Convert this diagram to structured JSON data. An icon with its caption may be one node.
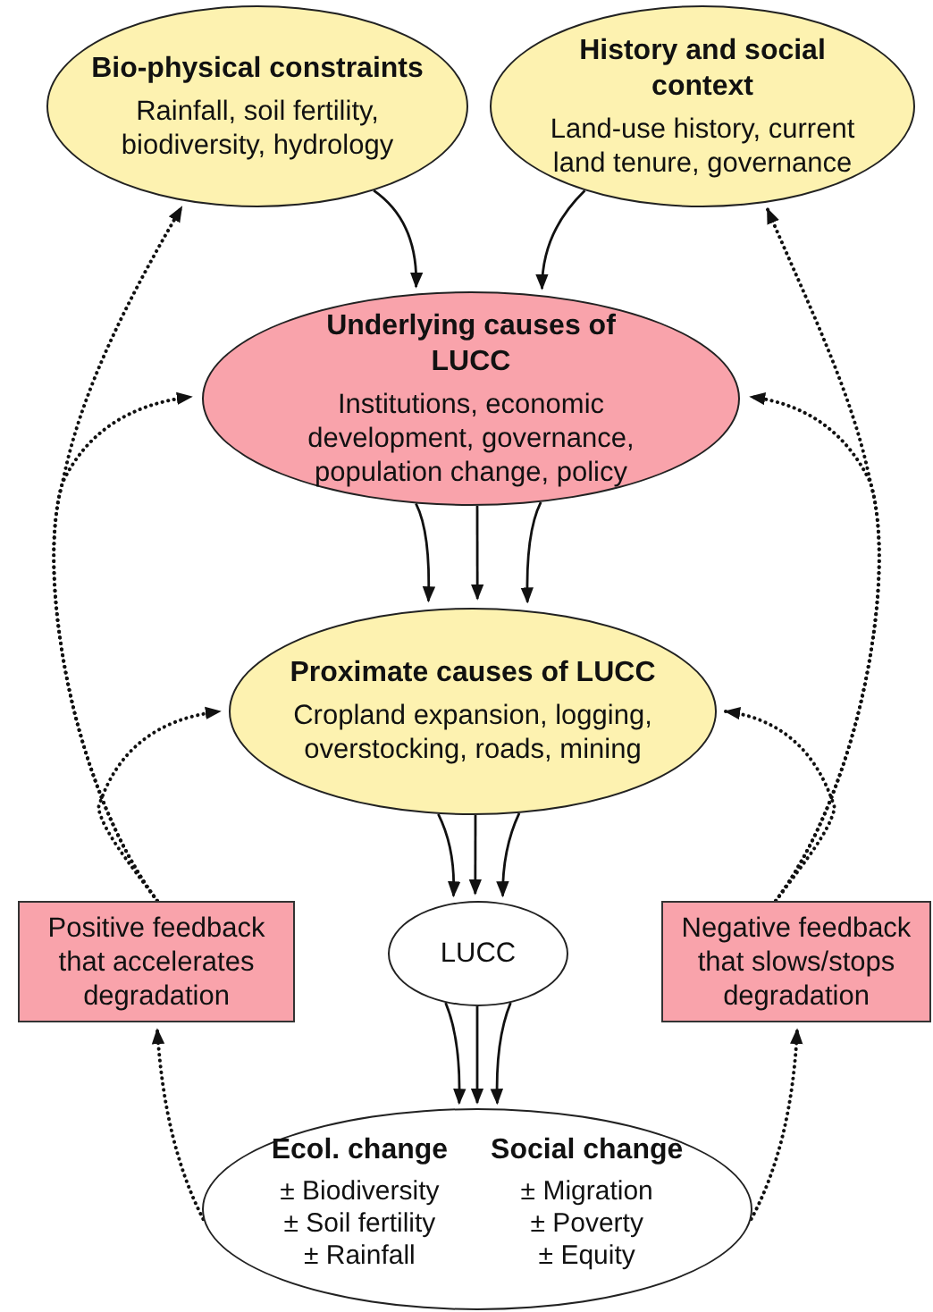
{
  "diagram": {
    "nodes": [
      {
        "text": [
          "Bio-physical constraints",
          "Rainfall, soil fertility, biodiversity, hydrology"
        ]
      },
      {
        "text": [
          "History and social context",
          "Land-use history, current land tenure, governance"
        ]
      },
      {
        "text": [
          "Underlying causes of LUCC",
          "Institutions, economic development, governance, population change, policy"
        ]
      },
      {
        "text": [
          "Proximate causes of LUCC",
          "Cropland expansion, logging, overstocking, roads, mining"
        ]
      },
      {
        "text": [
          "LUCC"
        ]
      },
      {
        "text": [
          "Positive feedback that accelerates degradation"
        ]
      },
      {
        "text": [
          "Negative feedback that slows/stops degradation"
        ]
      },
      {
        "text": [
          "Ecol. change",
          "± Biodiversity",
          "± Soil fertility",
          "± Rainfall",
          "Social change",
          "± Migration",
          "± Poverty",
          "± Equity"
        ]
      }
    ],
    "edges": [
      {
        "from": 0,
        "to": 2,
        "arrow": "to"
      },
      {
        "from": 1,
        "to": 2,
        "arrow": "to"
      },
      {
        "from": 2,
        "to": 3,
        "arrow": "to"
      },
      {
        "from": 2,
        "to": 3,
        "arrow": "to"
      },
      {
        "from": 2,
        "to": 3,
        "arrow": "to"
      },
      {
        "from": 3,
        "to": 4,
        "arrow": "to"
      },
      {
        "from": 3,
        "to": 4,
        "arrow": "to"
      },
      {
        "from": 3,
        "to": 4,
        "arrow": "to"
      },
      {
        "from": 4,
        "to": 7,
        "arrow": "to"
      },
      {
        "from": 4,
        "to": 7,
        "arrow": "to"
      },
      {
        "from": 4,
        "to": 7,
        "arrow": "to"
      },
      {
        "from": 7,
        "to": 5,
        "arrow": "to",
        "style": "dashed"
      },
      {
        "from": 7,
        "to": 6,
        "arrow": "to",
        "style": "dashed"
      },
      {
        "from": 5,
        "to": 0,
        "arrow": "to",
        "style": "dashed"
      },
      {
        "from": 5,
        "to": 2,
        "arrow": "to",
        "style": "dashed"
      },
      {
        "from": 5,
        "to": 3,
        "arrow": "to",
        "style": "dashed"
      },
      {
        "from": 6,
        "to": 1,
        "arrow": "to",
        "style": "dashed"
      },
      {
        "from": 6,
        "to": 2,
        "arrow": "to",
        "style": "dashed"
      },
      {
        "from": 6,
        "to": 3,
        "arrow": "to",
        "style": "dashed"
      }
    ]
  }
}
